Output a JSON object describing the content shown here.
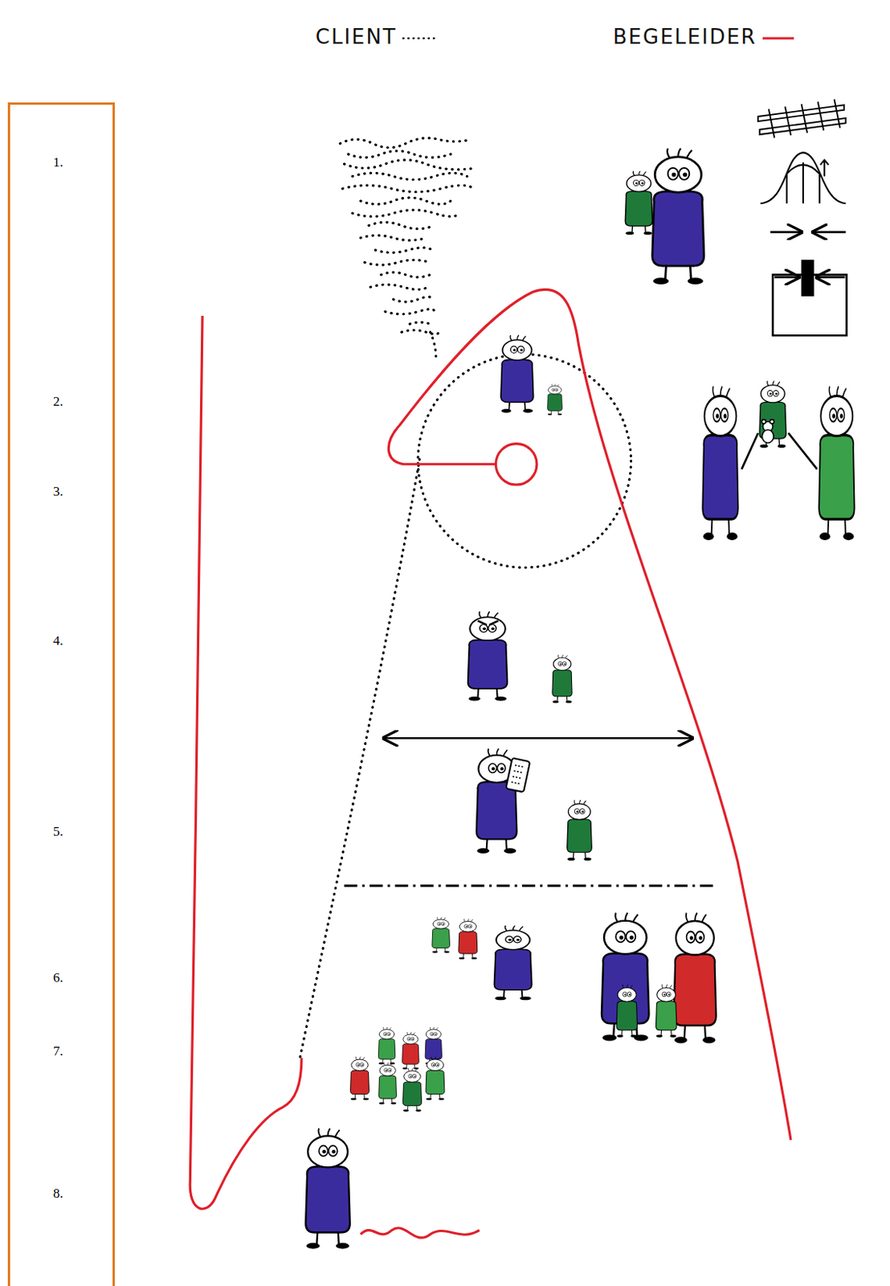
{
  "diagram": {
    "nodes": [
      {
        "text": [
          "1.",
          "2.",
          "3.",
          "4.",
          "5.",
          "6.",
          "7.",
          "8."
        ]
      }
    ],
    "legend": [
      {
        "text": "CLIENT"
      },
      {
        "text": "BEGELEIDER"
      }
    ]
  }
}
